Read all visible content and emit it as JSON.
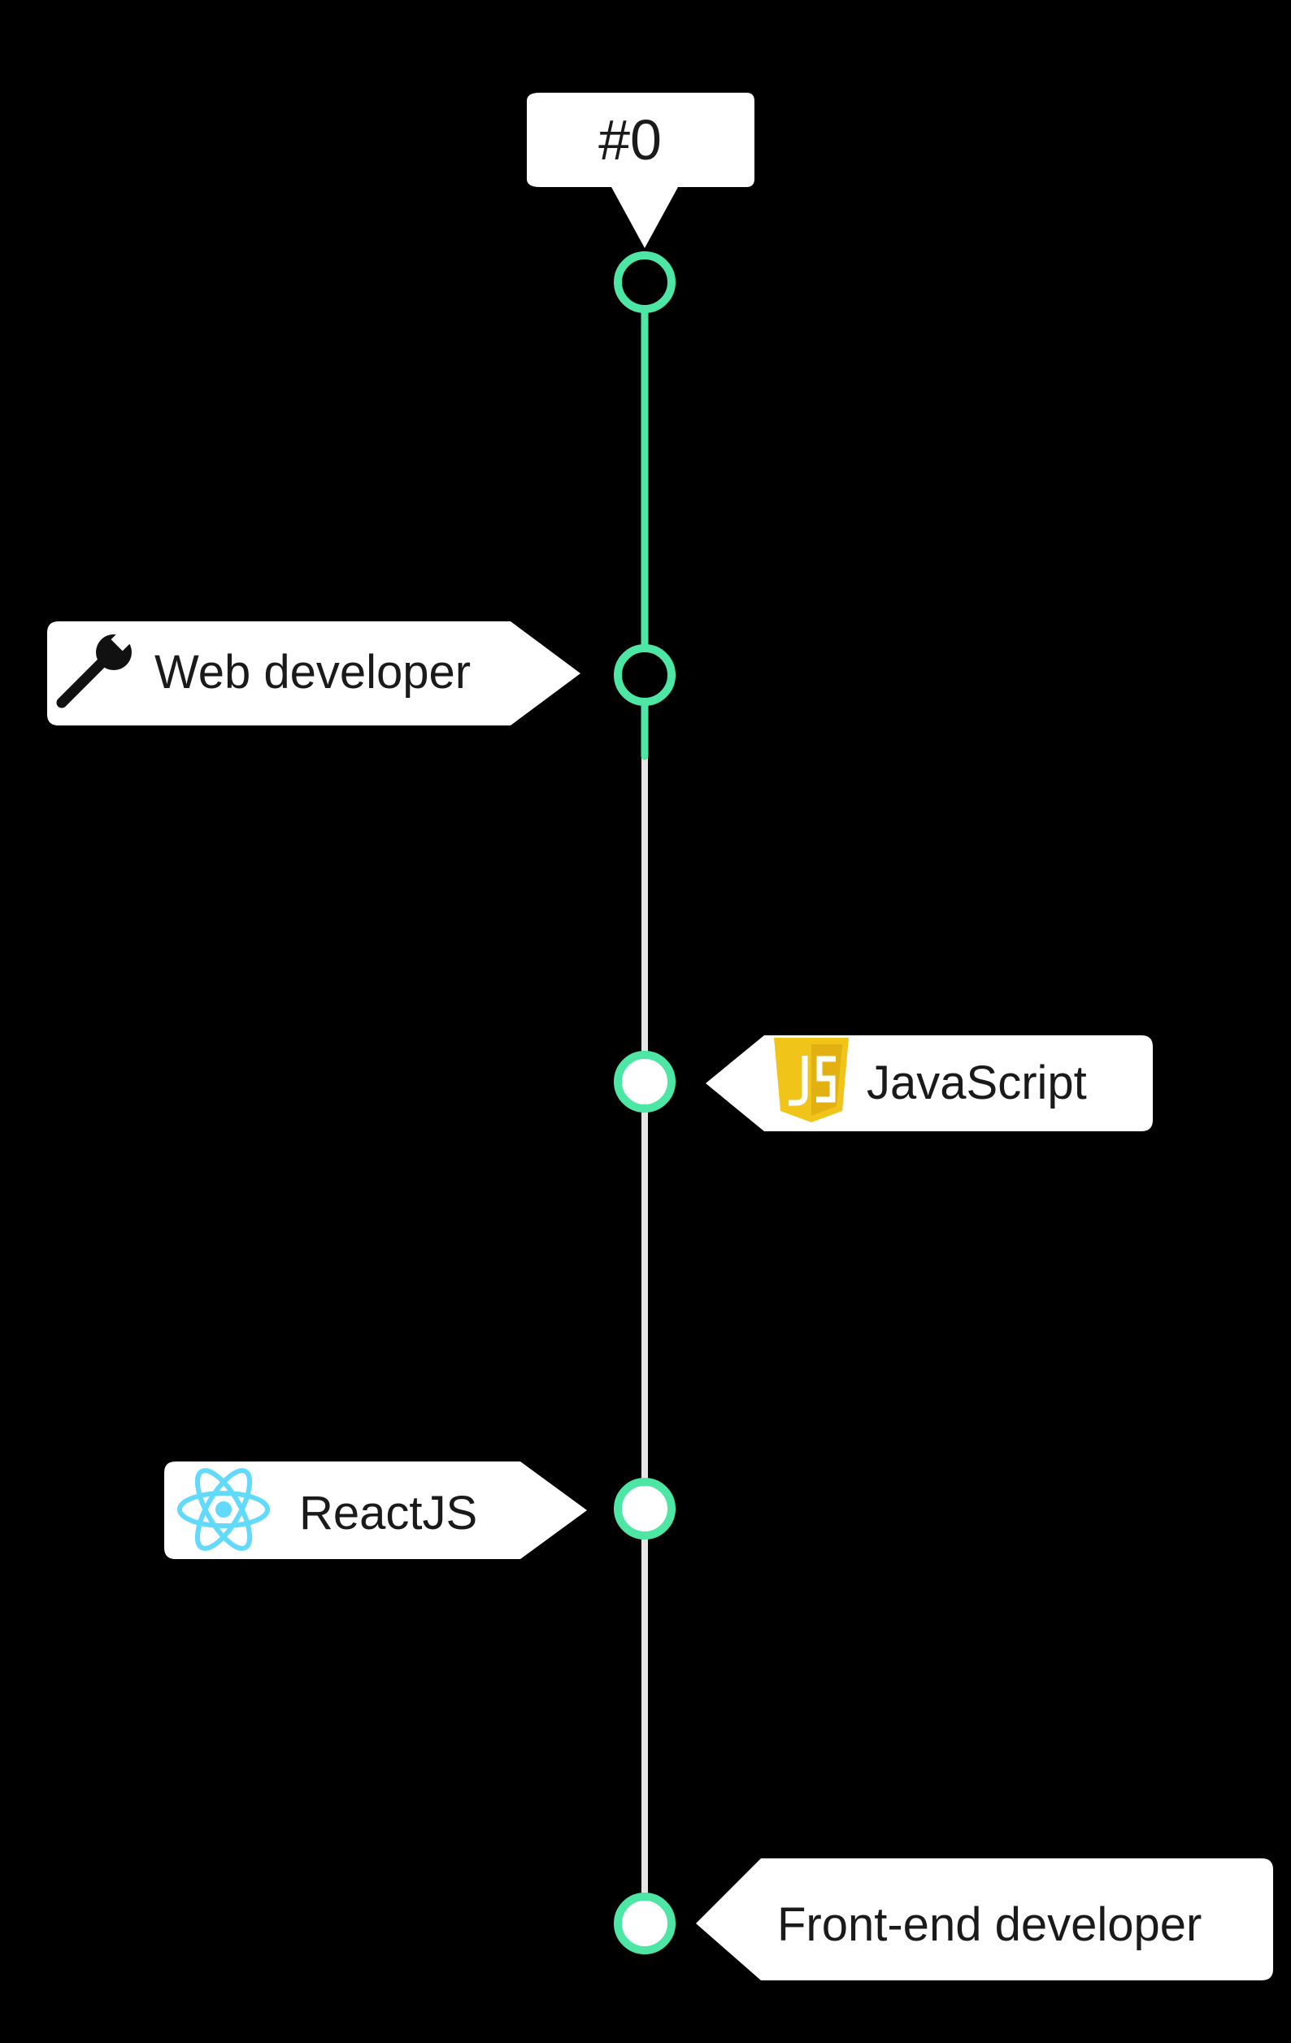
{
  "start_marker": {
    "label": "#0"
  },
  "colors": {
    "background": "#000000",
    "accent": "#4ee6a4",
    "track_inactive": "#e6e6e6",
    "node_completed_fill": "#000000",
    "node_pending_fill": "#ffffff",
    "callout_fill": "#ffffff",
    "text": "#1a1a1a"
  },
  "nodes": [
    {
      "label": "Web developer",
      "icon": "wrench-icon",
      "side": "left",
      "status": "completed"
    },
    {
      "label": "JavaScript",
      "icon": "javascript-logo-icon",
      "side": "right",
      "status": "pending"
    },
    {
      "label": "ReactJS",
      "icon": "react-logo-icon",
      "side": "left",
      "status": "pending"
    },
    {
      "label": "Front-end developer",
      "icon": "",
      "side": "right",
      "status": "pending"
    }
  ]
}
